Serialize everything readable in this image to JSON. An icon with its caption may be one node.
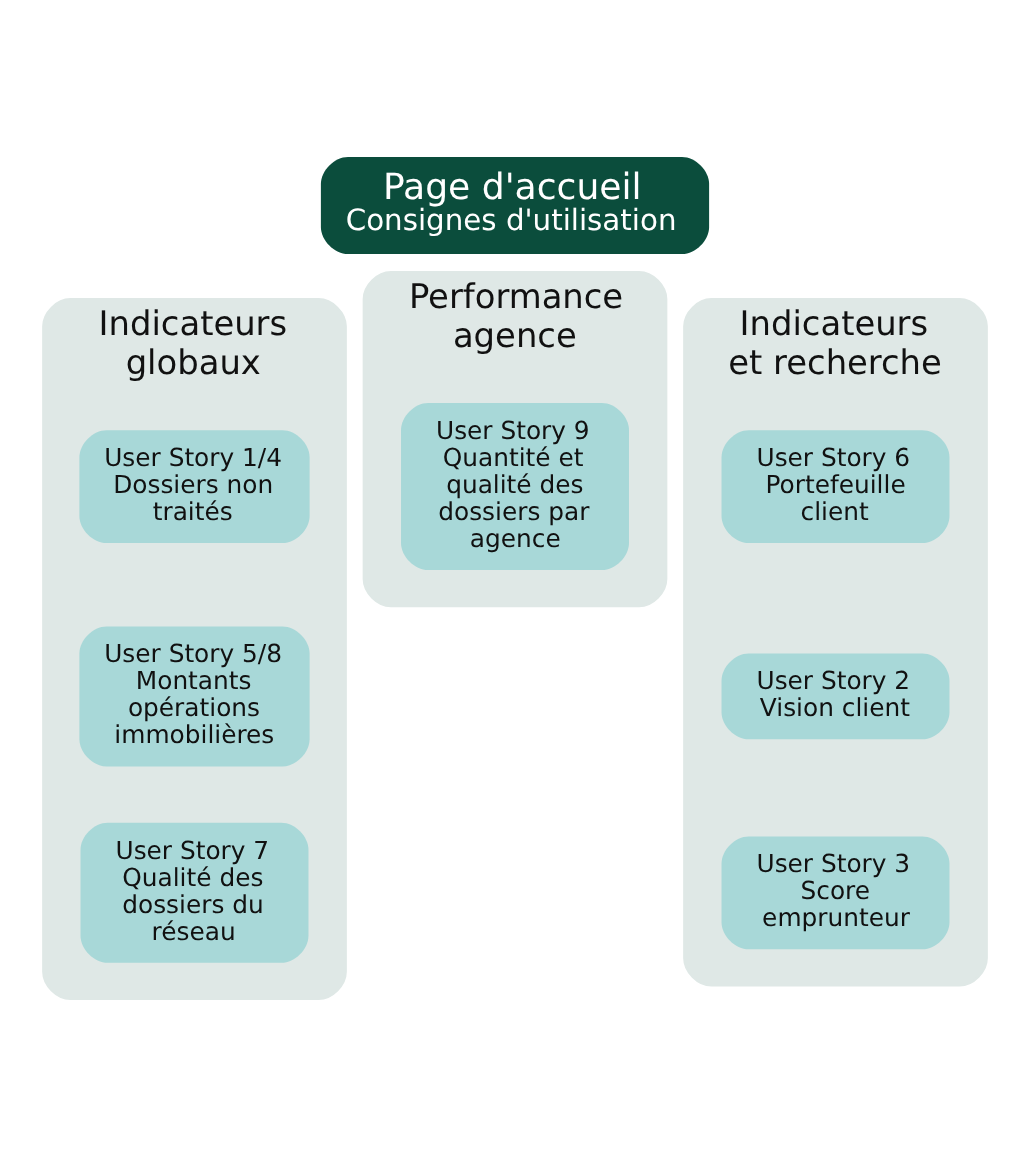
{
  "diagram": {
    "nodes": [
      {
        "text": [
          "Page d'accueil",
          "Consignes d'utilisation"
        ]
      },
      {
        "text": [
          "Indicateurs globaux"
        ]
      },
      {
        "text": [
          "User Story 1/4",
          "Dossiers non traités"
        ],
        "in": 1
      },
      {
        "text": [
          "User Story 5/8",
          "Montants opérations immobilières"
        ],
        "in": 1
      },
      {
        "text": [
          "User Story 7",
          "Qualité des dossiers du réseau"
        ],
        "in": 1
      },
      {
        "text": [
          "Performance agence"
        ]
      },
      {
        "text": [
          "User Story 9",
          "Quantité et qualité des dossiers par agence"
        ],
        "in": 5
      },
      {
        "text": [
          "Indicateurs et recherche"
        ]
      },
      {
        "text": [
          "User Story 6",
          "Portefeuille client"
        ],
        "in": 7
      },
      {
        "text": [
          "User Story 2",
          "Vision client"
        ],
        "in": 7
      },
      {
        "text": [
          "User Story 3",
          "Score emprunteur"
        ],
        "in": 7
      }
    ],
    "edges": []
  }
}
